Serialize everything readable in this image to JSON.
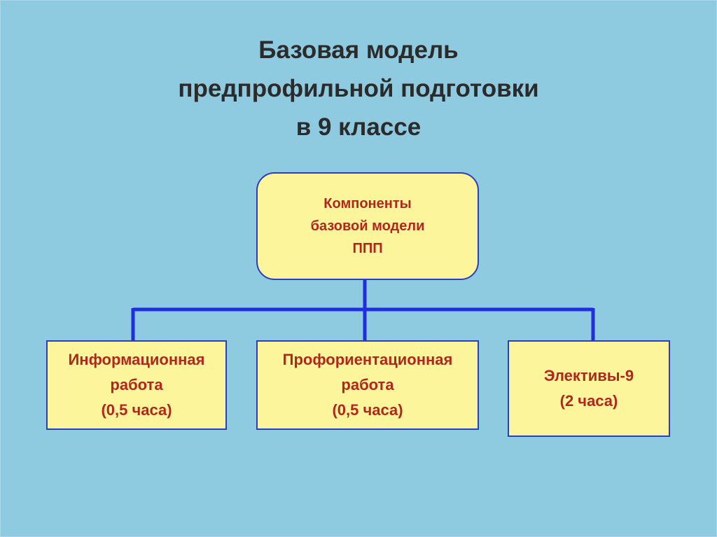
{
  "title": {
    "line1": "Базовая модель",
    "line2": "предпрофильной подготовки",
    "line3": "в 9 классе"
  },
  "diagram": {
    "root": {
      "line1": "Компоненты",
      "line2": "базовой модели",
      "line3": "ППП"
    },
    "children": [
      {
        "line1": "Информационная",
        "line2": "работа",
        "line3": "(0,5 часа)"
      },
      {
        "line1": "Профориентационная",
        "line2": "работа",
        "line3": "(0,5 часа)"
      },
      {
        "line1": "Элективы-9",
        "line2": "(2 часа)"
      }
    ]
  },
  "colors": {
    "background": "#8ecae0",
    "box_fill": "#fdf59c",
    "box_border": "#2c3fb8",
    "connector": "#1f2ee0",
    "box_text": "#b3261e",
    "title_text": "#2b2b2b"
  }
}
